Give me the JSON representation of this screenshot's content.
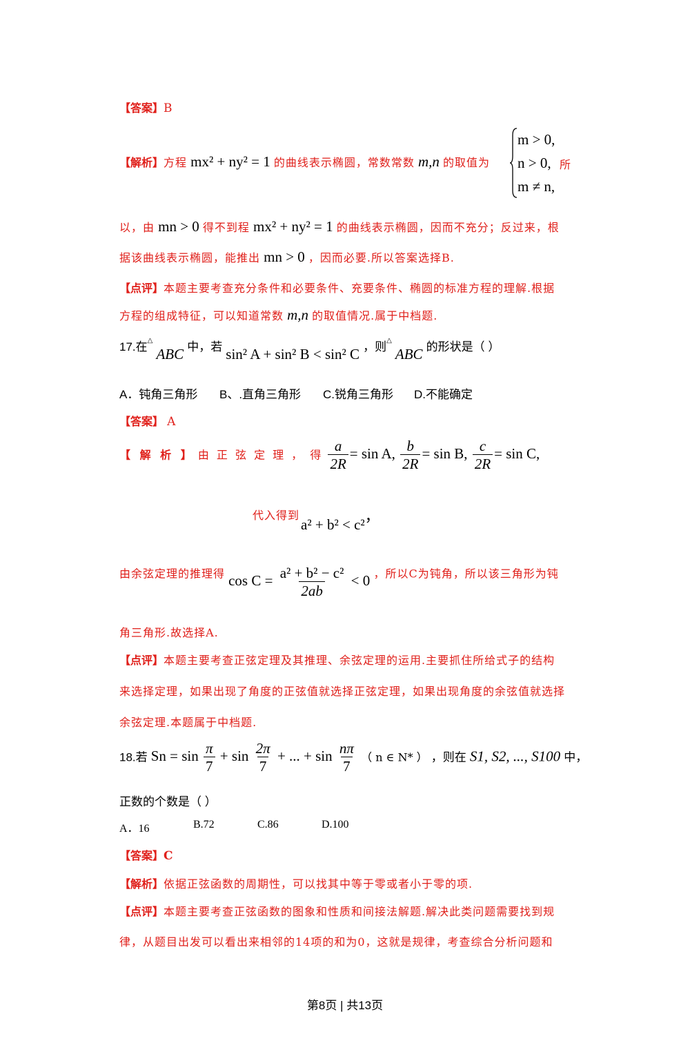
{
  "p16": {
    "answer_tag": "【答案】",
    "answer": "B",
    "analysis_tag": "【解析】",
    "analysis_a": "方程",
    "eq_curve": "mx² + ny² = 1",
    "analysis_b": "的曲线表示椭圆，常数常数",
    "mn": "m,n",
    "analysis_c": "的取值为",
    "cases": [
      "m > 0,",
      "n > 0,",
      "m ≠ n,"
    ],
    "analysis_d": "所",
    "line2_a": "以，由",
    "mn_gt0": "mn > 0",
    "line2_b": "得不到程",
    "eq_curve2": "mx² + ny² = 1",
    "line2_c": "的曲线表示椭圆，因而不充分；反过来，根",
    "line3_a": "据该曲线表示椭圆，能推出",
    "mn_gt0_2": "mn > 0",
    "line3_b": "，因而必要.所以答案选择B.",
    "comment_tag": "【点评】",
    "comment_a": "本题主要考查充分条件和必要条件、充要条件、椭圆的标准方程的理解.根据",
    "comment_b1": "方程的组成特征，可以知道常数",
    "comment_mn": "m,n",
    "comment_b2": "的取值情况.属于中档题."
  },
  "p17": {
    "q_a": "17.在",
    "tri1": "△",
    "abc1": "ABC",
    "q_b": "中，若",
    "ineq": "sin² A + sin² B < sin² C",
    "q_c": "，则",
    "tri2": "△",
    "abc2": "ABC",
    "q_d": "的形状是（   ）",
    "choices": [
      "A．钝角三角形",
      "B、.直角三角形",
      "C.锐角三角形",
      "D.不能确定"
    ],
    "answer_tag": "【答案】",
    "answer": "A",
    "analysis_tag": "【 解 析 】",
    "analysis_a": "由 正 弦 定 理 ， 得",
    "frac_a_num": "a",
    "frac_den": "2R",
    "eq_a": "= sin A,",
    "frac_b_num": "b",
    "eq_b": "= sin B,",
    "frac_c_num": "c",
    "eq_c": "= sin C,",
    "substitute": "代入得到",
    "ineq2": "a² + b² < c²",
    "ineq2_tail": "，",
    "cos_lead": "由余弦定理的推理得",
    "cos_lhs": "cos C =",
    "cos_num": "a² + b² − c²",
    "cos_den": "2ab",
    "cos_rhs": "< 0",
    "cos_tail": "，所以C为钝角，所以该三角形为钝",
    "conclusion": "角三角形.故选择A.",
    "comment_tag": "【点评】",
    "comment_a": "本题主要考查正弦定理及其推理、余弦定理的运用.主要抓住所给式子的结构",
    "comment_b": "来选择定理，如果出现了角度的正弦值就选择正弦定理，如果出现角度的余弦值就选择",
    "comment_c": "余弦定理.本题属于中档题."
  },
  "p18": {
    "q_a": "18.若",
    "sn": "Sn = sin",
    "f1_num": "π",
    "f_den": "7",
    "plus1": "+ sin",
    "f2_num": "2π",
    "plus2": "+ ... + sin",
    "f3_num": "nπ",
    "cond": "（ n ∈ N* ）",
    "q_b": "，则在",
    "seq": "S1, S2, ..., S100",
    "q_c": "中，",
    "q_line2": "正数的个数是（   ）",
    "choices": [
      "A．16",
      "B.72",
      "C.86",
      "D.100"
    ],
    "answer_tag": "【答案】",
    "answer": "C",
    "analysis_tag": "【解析】",
    "analysis": "依据正弦函数的周期性，可以找其中等于零或者小于零的项.",
    "comment_tag": "【点评】",
    "comment_a": "本题主要考查正弦函数的图象和性质和间接法解题.解决此类问题需要找到规",
    "comment_b": "律，从题目出发可以看出来相邻的14项的和为0，这就是规律，考查综合分析问题和"
  },
  "footer": "第8页 | 共13页"
}
